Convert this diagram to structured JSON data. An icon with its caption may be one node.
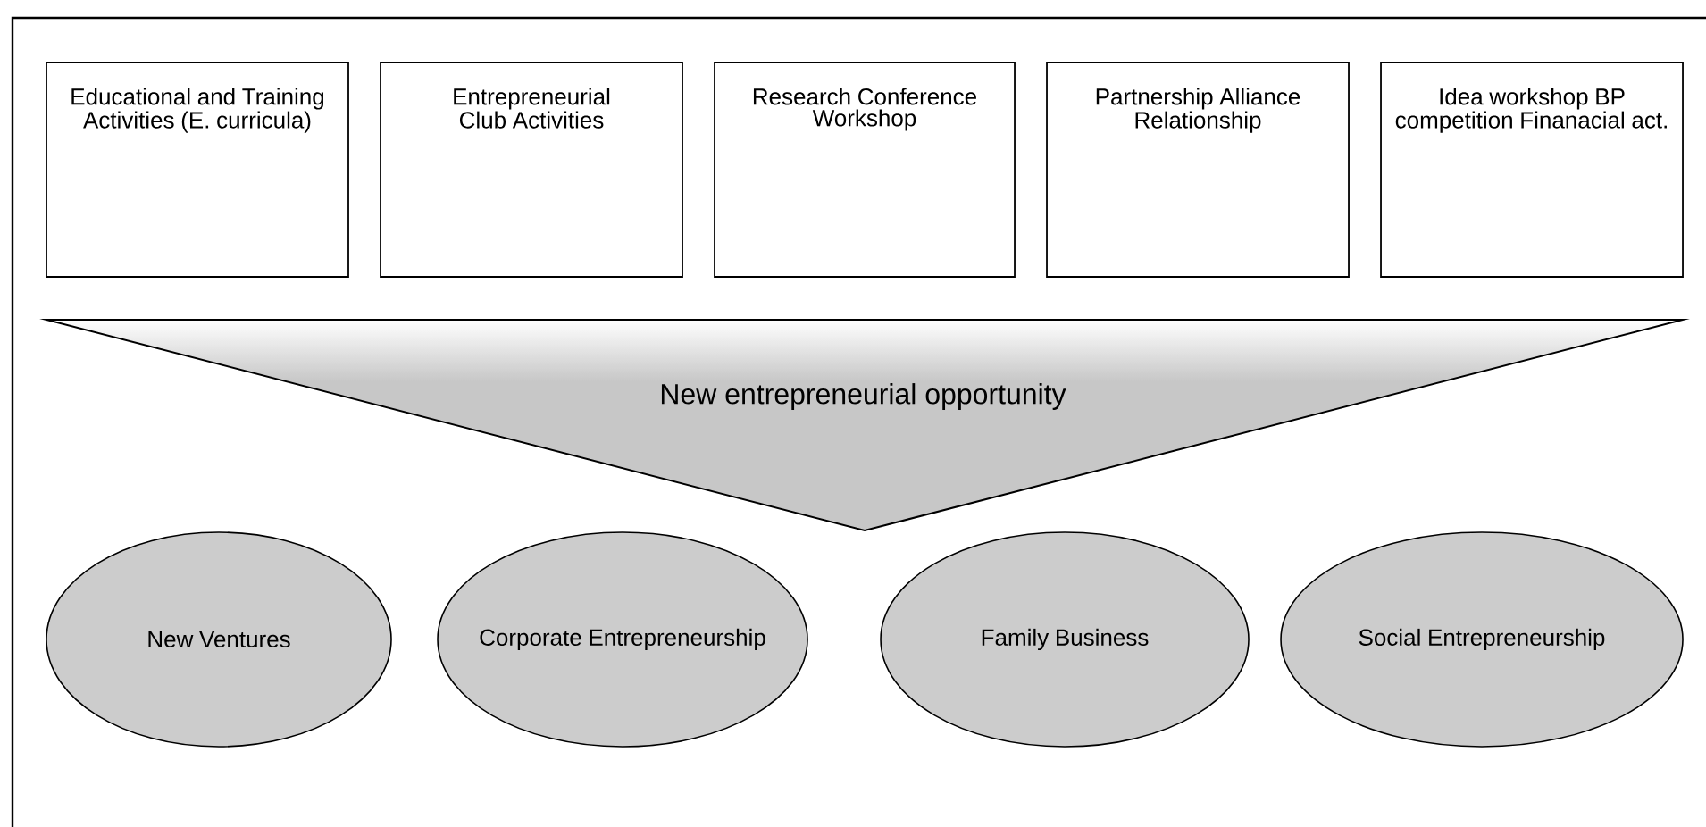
{
  "diagram": {
    "nodes": [
      {
        "text": [
          "Educational and Training Activities (E. curricula)"
        ]
      },
      {
        "text": [
          "Entrepreneurial Club Activities"
        ]
      },
      {
        "text": [
          "Research Conference Workshop"
        ]
      },
      {
        "text": [
          "Partnership Alliance Relationship"
        ]
      },
      {
        "text": [
          "Idea workshop BP competition Finanacial act."
        ]
      },
      {
        "text": [
          "New entrepreneurial opportunity"
        ]
      },
      {
        "text": [
          "New Ventures"
        ]
      },
      {
        "text": [
          "Corporate Entrepreneurship"
        ]
      },
      {
        "text": [
          "Family Business"
        ]
      },
      {
        "text": [
          "Social Entrepreneurship"
        ]
      }
    ],
    "edges": []
  }
}
